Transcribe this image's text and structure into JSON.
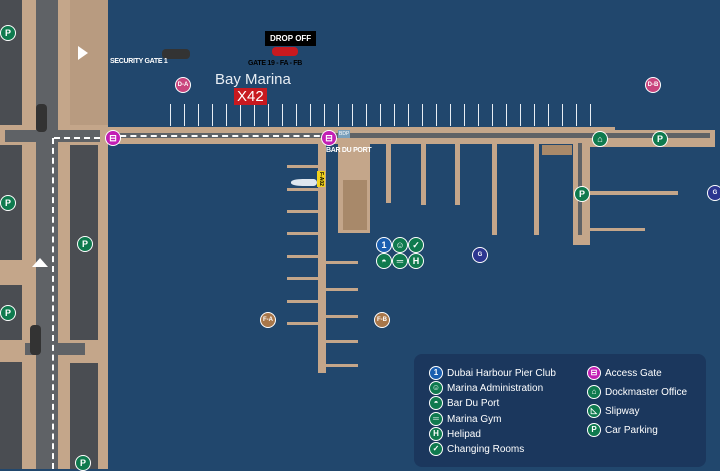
{
  "map": {
    "title": "Bay Marina",
    "berth": "X42",
    "drop_off": "DROP OFF",
    "gate_label": "GATE 19 - FA - FB",
    "security_gate": "SECURITY GATE 1",
    "bar_du_port_label": "BAR DU PORT",
    "bdp_tag": "BDP",
    "berth_tag": "F-A02",
    "markers": {
      "da": "D-A",
      "db": "D-B",
      "fa": "F-A",
      "fb": "F-B",
      "g": "G",
      "parking": "P",
      "pier_club": "1",
      "helipad": "H"
    }
  },
  "legend": {
    "items": [
      {
        "label": "Dubai Harbour Pier Club",
        "icon": "1"
      },
      {
        "label": "Marina Administration",
        "icon": "person"
      },
      {
        "label": "Bar Du Port",
        "icon": "dish"
      },
      {
        "label": "Marina Gym",
        "icon": "dumbbell"
      },
      {
        "label": "Helipad",
        "icon": "H"
      },
      {
        "label": "Changing Rooms",
        "icon": "hanger"
      },
      {
        "label": "Access Gate",
        "icon": "gate"
      },
      {
        "label": "Dockmaster Office",
        "icon": "office"
      },
      {
        "label": "Slipway",
        "icon": "slipway"
      },
      {
        "label": "Car Parking",
        "icon": "P"
      }
    ]
  },
  "colors": {
    "water": "#21476d",
    "land": "#c4a68a",
    "green": "#0f7a4e",
    "magenta": "#c21fb4",
    "berth": "#c8191f"
  }
}
